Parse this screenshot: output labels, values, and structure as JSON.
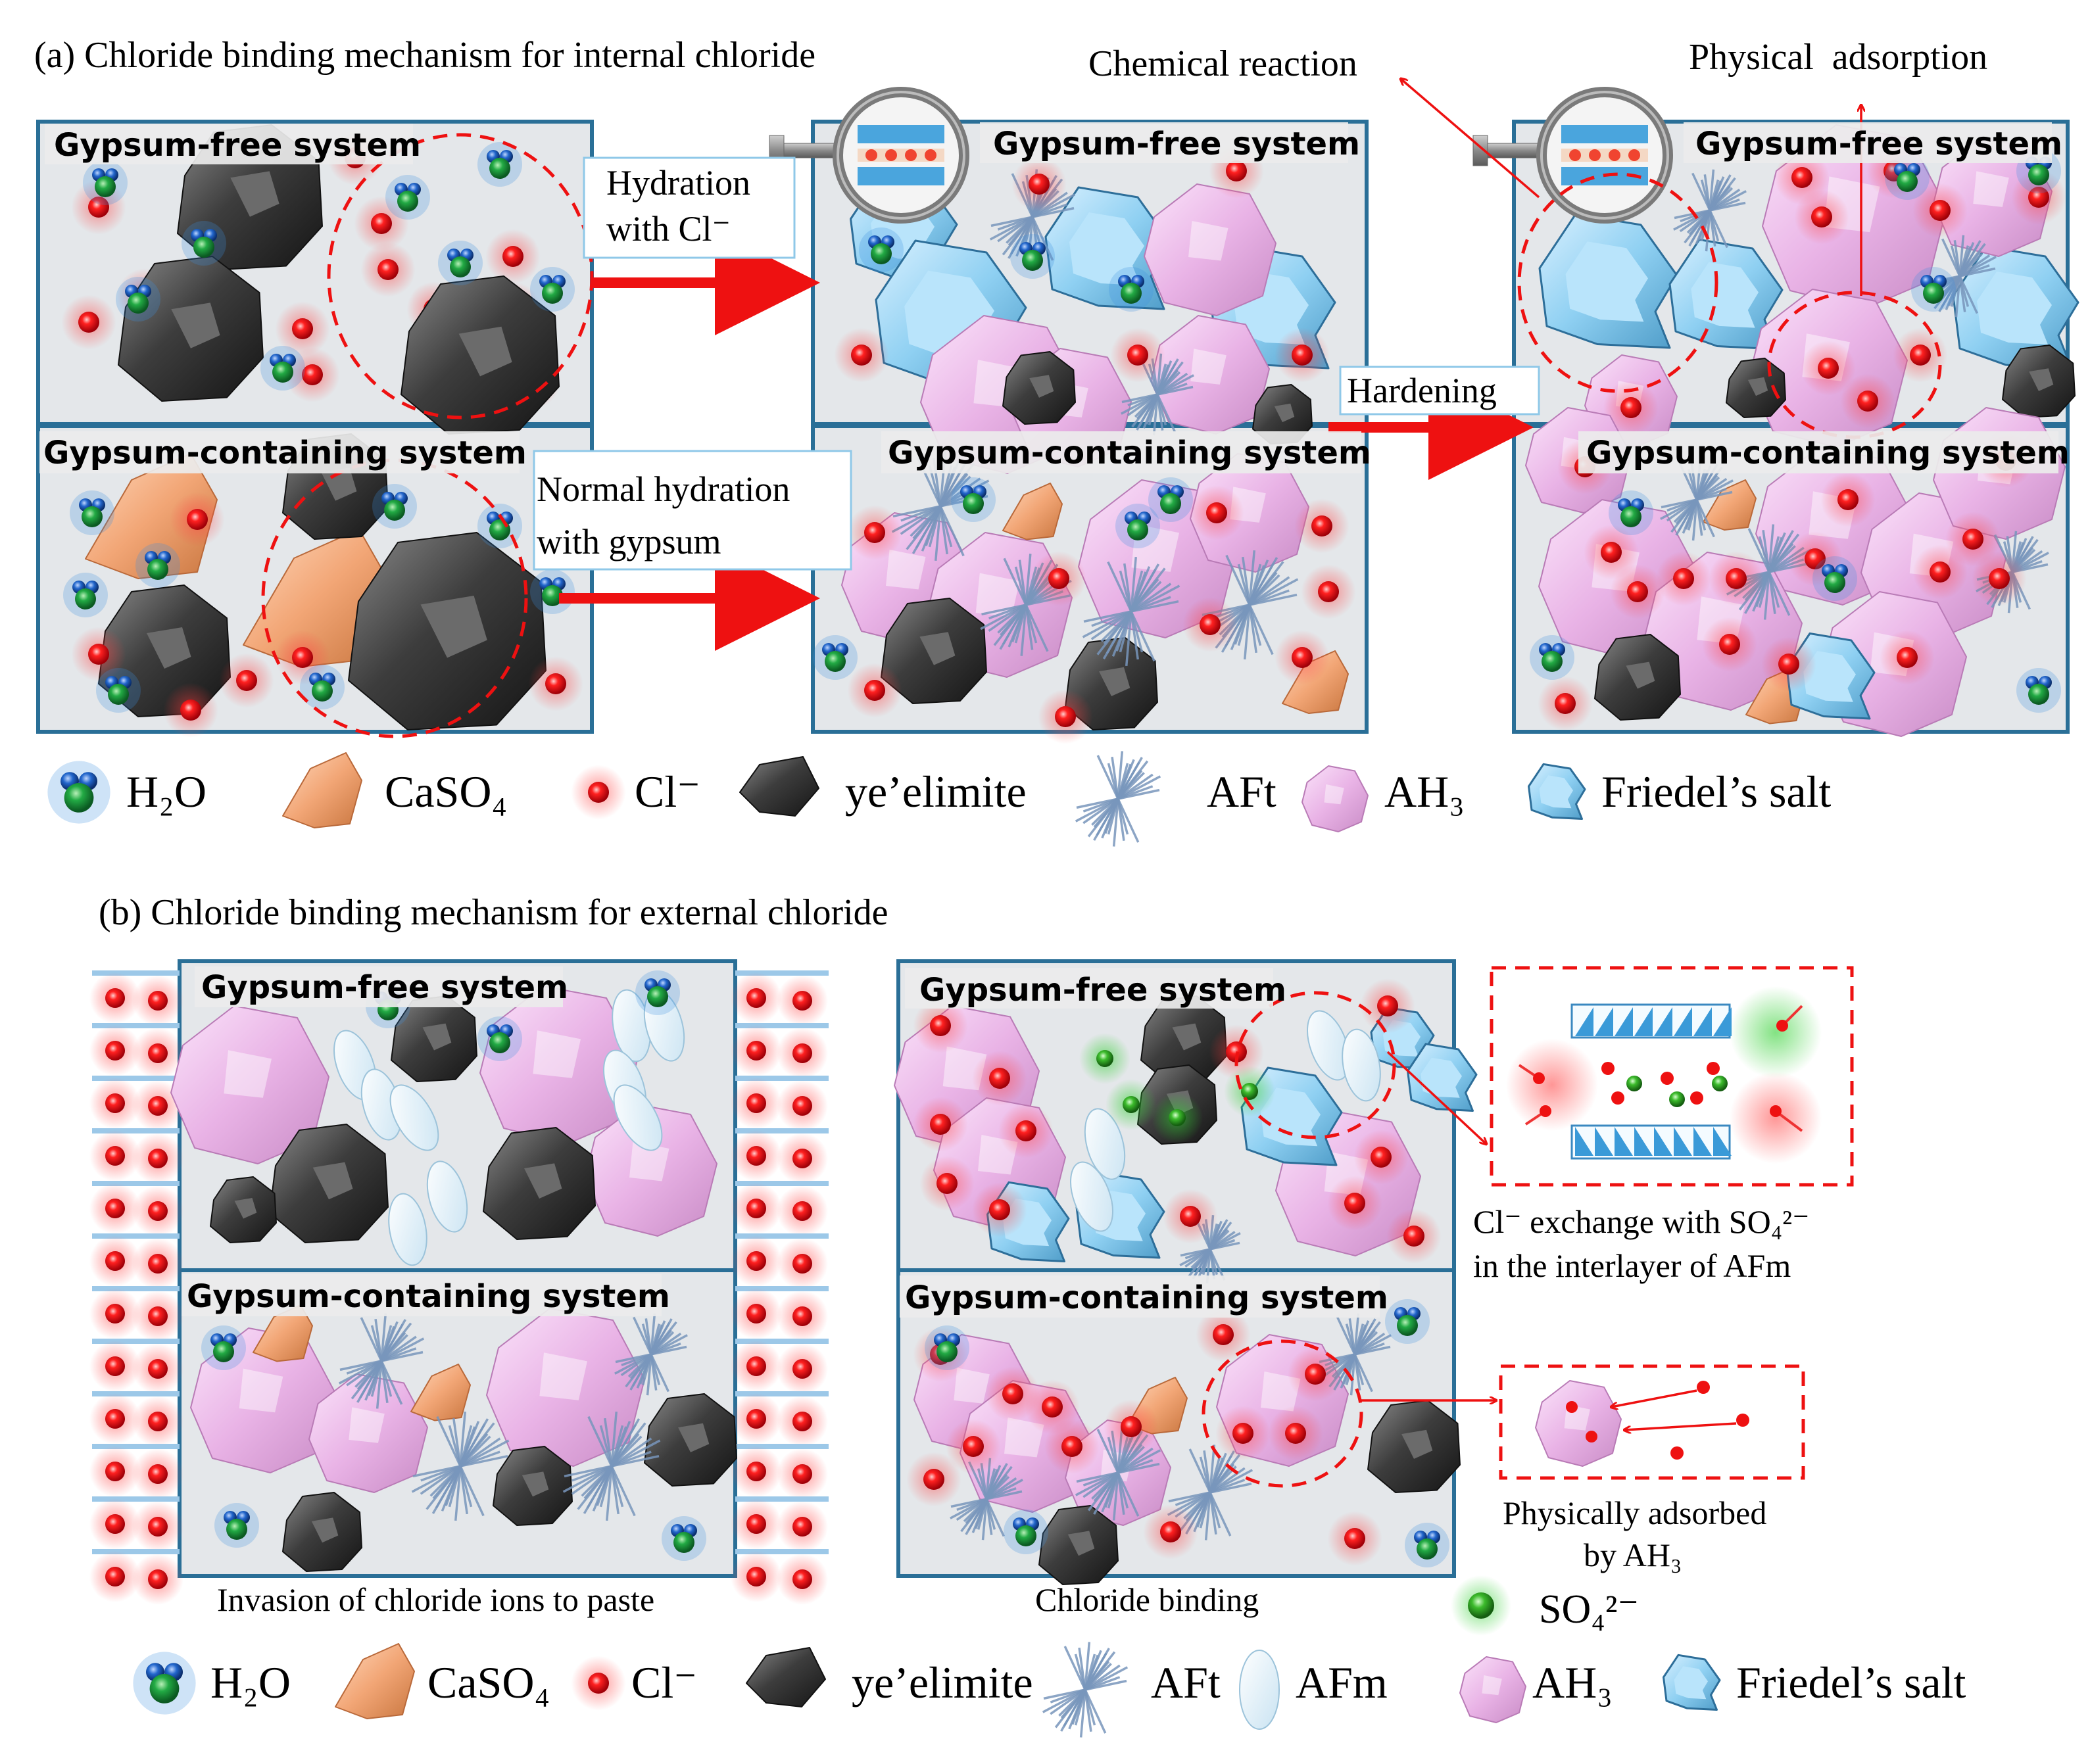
{
  "section_a": {
    "title": "(a) Chloride binding mechanism for internal chloride",
    "panel_free": "Gypsum-free system",
    "panel_gypsum": "Gypsum-containing system",
    "arrow_hydration_cl_line1": "Hydration",
    "arrow_hydration_cl_line2": "with Cl⁻",
    "arrow_normal_line1": "Normal hydration",
    "arrow_normal_line2": "with gypsum",
    "arrow_hardening": "Hardening",
    "callout_chemical": "Chemical reaction",
    "callout_physical": "Physical  adsorption"
  },
  "section_b": {
    "title": "(b) Chloride binding mechanism for external chloride",
    "panel_free": "Gypsum-free system",
    "panel_gypsum": "Gypsum-containing system",
    "caption_left": "Invasion of chloride ions to paste",
    "caption_middle": "Chloride binding",
    "exchange_line1": "Cl⁻ exchange with SO₄²⁻",
    "exchange_line2": "in the interlayer of AFm",
    "adsorbed_line1": "Physically adsorbed",
    "adsorbed_line2": "by AH₃",
    "so4_label": "SO₄²⁻"
  },
  "legend_a": [
    {
      "icon": "water-molecule-icon",
      "label": "H₂O"
    },
    {
      "icon": "caso4-crystal-icon",
      "label": "CaSO₄"
    },
    {
      "icon": "chloride-ion-icon",
      "label": "Cl⁻"
    },
    {
      "icon": "yeelimite-particle-icon",
      "label": "ye’elimite"
    },
    {
      "icon": "aft-needles-icon",
      "label": "AFt"
    },
    {
      "icon": "ah3-gel-icon",
      "label": "AH₃"
    },
    {
      "icon": "friedels-salt-icon",
      "label": "Friedel’s salt"
    }
  ],
  "legend_b": [
    {
      "icon": "water-molecule-icon",
      "label": "H₂O"
    },
    {
      "icon": "caso4-crystal-icon",
      "label": "CaSO₄"
    },
    {
      "icon": "chloride-ion-icon",
      "label": "Cl⁻"
    },
    {
      "icon": "yeelimite-particle-icon",
      "label": "ye’elimite"
    },
    {
      "icon": "aft-needles-icon",
      "label": "AFt"
    },
    {
      "icon": "afm-plate-icon",
      "label": "AFm"
    },
    {
      "icon": "ah3-gel-icon",
      "label": "AH₃"
    },
    {
      "icon": "friedels-salt-icon",
      "label": "Friedel’s salt"
    }
  ],
  "colors": {
    "panel_border": "#2a6f97",
    "panel_fill": "#e4e7ea",
    "arrow_red": "#ee1111",
    "chloride": "#e0141e",
    "ye_elimite": "#3a3a3a",
    "caso4": "#f0a878",
    "ah3": "#e8b4e6",
    "friedel": "#8fd0f2",
    "afm": "#ddeef8",
    "aft": "#7896bc",
    "sulfate": "#2fa82f",
    "water_o": "#21a44b",
    "water_h": "#1f63c6"
  }
}
